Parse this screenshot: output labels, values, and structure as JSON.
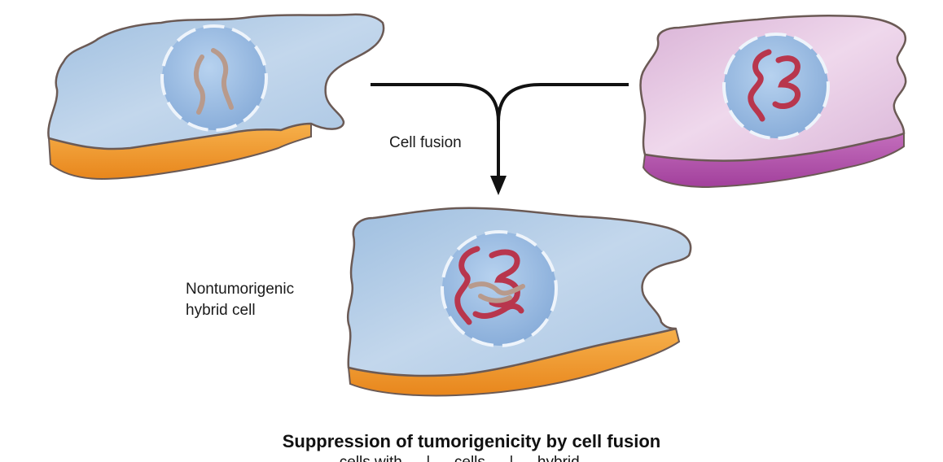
{
  "labels": {
    "fusion": "Cell fusion",
    "hybrid_line1": "Nontumorigenic",
    "hybrid_line2": "hybrid cell"
  },
  "title": "Suppression of tumorigenicity by cell fusion",
  "subtitle_partial": "…cells with … | … cells … | … hybrid … …",
  "colors": {
    "normal_cell_body": "#b4cde6",
    "normal_cell_side": "#f19a2e",
    "tumor_cell_body": "#e6c2df",
    "tumor_cell_side": "#b14ea8",
    "nucleus": "#9ec0e6",
    "normal_chromosome": "#b89a8c",
    "tumor_chromosome": "#b8364d",
    "arrow": "#111111"
  }
}
